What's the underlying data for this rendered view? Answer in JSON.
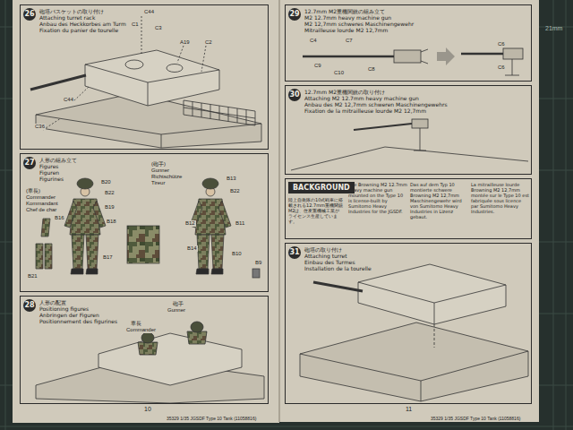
{
  "diagram": {
    "nodes": [
      {
        "text": [
          "砲塔バスケットの取り付け",
          "Attaching turret rack",
          "Anbau des Heckkorbes am Turm",
          "Fixation du panier de tourelle"
        ]
      },
      {
        "text": [
          "26"
        ],
        "in": 0
      },
      {
        "text": [
          "人形の組み立て",
          "Figures",
          "Figuren",
          "Figurines"
        ]
      },
      {
        "text": [
          "27"
        ],
        "in": 2
      },
      {
        "text": [
          "人形の配置",
          "Positioning figures",
          "Anbringen der Figuren",
          "Positionnement des figurines"
        ]
      },
      {
        "text": [
          "28"
        ],
        "in": 4
      },
      {
        "text": [
          "12.7mm M2重機関銃の組み立て",
          "M2 12.7mm heavy machine gun",
          "M2 12,7mm schweres Maschinengewehr",
          "Mitrailleuse lourde M2 12,7mm"
        ]
      },
      {
        "text": [
          "29"
        ],
        "in": 6
      },
      {
        "text": [
          "12.7mm M2重機関銃の取り付け",
          "Attaching M2 12.7mm heavy machine gun",
          "Anbau des M2 12,7mm schweren Maschinengewehrs",
          "Fixation de la mitrailleuse lourde M2 12,7mm"
        ]
      },
      {
        "text": [
          "30"
        ],
        "in": 8
      },
      {
        "text": [
          "陸上自衛隊の10式戦車に搭載される12.7mm重機関銃M2は、住友重機械工業がライセンス生産しています。",
          "The Browning M2 12.7mm heavy machine gun mounted on the Type 10 is license-built by Sumitomo Heavy Industries for the JGSDF.",
          "Das auf dem Typ 10 montierte schwere Browning M2 12,7mm Maschinengewehr wird von Sumitomo Heavy Industries in Lizenz gebaut.",
          "La mitrailleuse lourde Browning M2 12,7mm montée sur le Type 10 est fabriquée sous licence par Sumitomo Heavy Industries."
        ]
      },
      {
        "text": [
          "BACKGROUND"
        ],
        "in": 10
      },
      {
        "text": [
          "砲塔の取り付け",
          "Attaching turret",
          "Einbau des Turmes",
          "Installation de la tourelle"
        ]
      },
      {
        "text": [
          "31"
        ],
        "in": 12
      }
    ],
    "labels": [
      "C44",
      "C1",
      "C3",
      "A19",
      "C2",
      "C44",
      "C36",
      "(車長)",
      "Commander",
      "Kommandant",
      "Chef de char",
      "B20",
      "B22",
      "B19",
      "B16",
      "B18",
      "B17",
      "B21",
      "(砲手)",
      "Gunner",
      "Richtschütze",
      "Tireur",
      "B13",
      "B22",
      "B12",
      "B11",
      "B14",
      "B10",
      "B9",
      "車長",
      "Commander",
      "砲手",
      "Gunner",
      "C4",
      "C7",
      "C9",
      "C8",
      "C10",
      "C6",
      "C6",
      "10",
      "35329 1/35 JGSDF Type 10 Tank (11058816)",
      "11",
      "35329 1/35 JGSDF Type 10 Tank (11058816)",
      "21mm"
    ]
  }
}
